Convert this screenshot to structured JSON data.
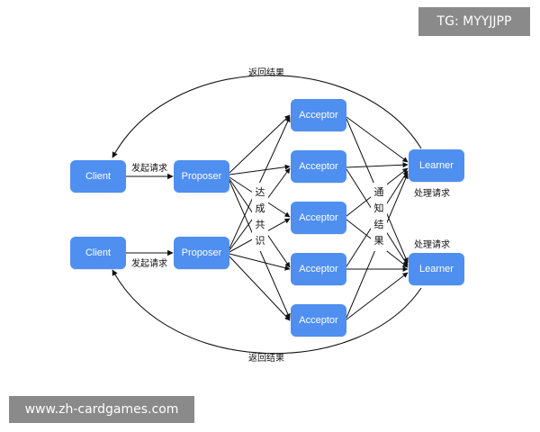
{
  "nodes": {
    "client_1": "Client",
    "client_2": "Client",
    "proposer_1": "Proposer",
    "proposer_2": "Proposer",
    "acceptor_1": "Acceptor",
    "acceptor_2": "Acceptor",
    "acceptor_3": "Acceptor",
    "acceptor_4": "Acceptor",
    "acceptor_5": "Acceptor",
    "learner_1": "Learner",
    "learner_2": "Learner"
  },
  "labels": {
    "return_top": "返回结果",
    "return_bottom": "返回结果",
    "request_1": "发起请求",
    "request_2": "发起请求",
    "process_1": "处理请求",
    "process_2": "处理请求",
    "consensus": [
      "达",
      "成",
      "共",
      "识"
    ],
    "notify": [
      "通",
      "知",
      "结",
      "果"
    ]
  },
  "watermarks": {
    "top_right": "TG: MYYJJPP",
    "bottom_left": "www.zh-cardgames.com"
  },
  "colors": {
    "node_fill": "#4f8ff0",
    "node_text": "#ffffff",
    "edge": "#111111",
    "watermark_bg": "#8a8a8a"
  }
}
